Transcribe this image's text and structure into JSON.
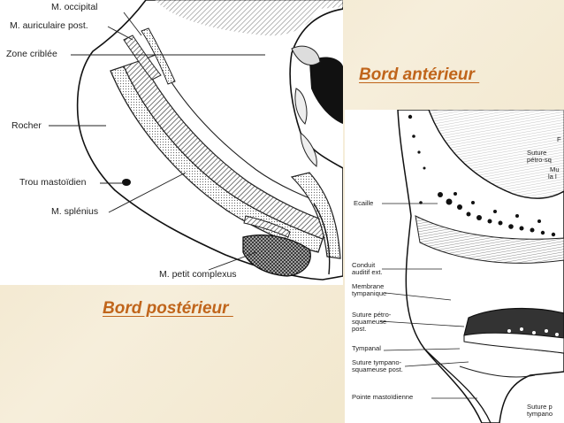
{
  "titles": {
    "anterior": "Bord antérieur ",
    "posterior": "Bord postérieur "
  },
  "left_figure": {
    "labels": {
      "occipital": "M. occipital",
      "auriculaire": "M. auriculaire post.",
      "zone_criblee": "Zone criblée",
      "rocher": "Rocher",
      "trou_mastoidien": "Trou mastoïdien",
      "splenius": "M. splénius",
      "petit_complexus": "M. petit complexus"
    }
  },
  "right_figure": {
    "labels": {
      "ecaille": "Ecaille",
      "conduit_1": "Conduit",
      "conduit_2": "auditif ext.",
      "membrane_1": "Membrane",
      "membrane_2": "tympanique",
      "suture_petro_1": "Suture pétro-",
      "suture_petro_2": "squameuse",
      "suture_petro_3": "post.",
      "tympanal": "Tympanal",
      "suture_tympano_1": "Suture tympano-",
      "suture_tympano_2": "squameuse post.",
      "pointe": "Pointe mastoïdienne",
      "tr_f": "F",
      "tr_suture_1": "Suture",
      "tr_suture_2": "pétro-sq",
      "tr_mu": "Mu",
      "tr_la": "la l",
      "br_suture": "Suture p",
      "br_tympano": "tympano"
    }
  },
  "colors": {
    "title": "#c0651b",
    "background": "#f1e6c8"
  }
}
